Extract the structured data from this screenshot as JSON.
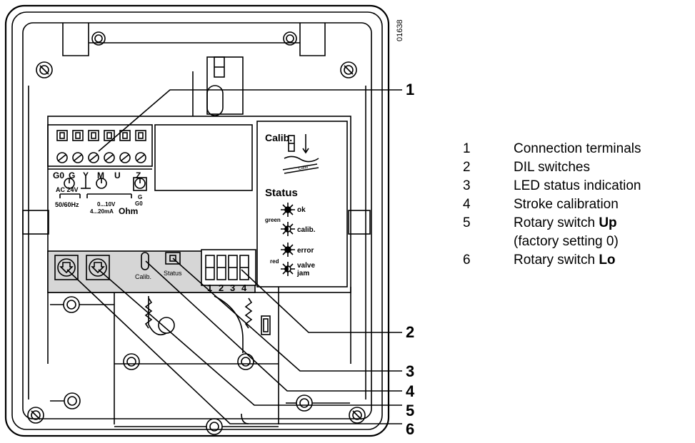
{
  "drawing_code": "01638",
  "callouts": [
    "1",
    "2",
    "3",
    "4",
    "5",
    "6"
  ],
  "terminal_block": {
    "labels": [
      "G0",
      "G",
      "Y",
      "M",
      "U",
      "Z"
    ],
    "supply": "AC 24V",
    "frequency": "50/60Hz",
    "signal_range_v": "0...10V",
    "signal_range_ma": "4...20mA",
    "z_sub_g": "G",
    "z_sub_g0": "G0",
    "ohm": "Ohm"
  },
  "panel": {
    "calib_title": "Calib.",
    "calib_small": "Calib",
    "status_title": "Status",
    "color_green": "green",
    "color_red": "red",
    "led_ok": "ok",
    "led_calib": "calib.",
    "led_error": "error",
    "led_valve": "valve",
    "led_jam": "jam"
  },
  "bottom_strip": {
    "calib_label": "Calib.",
    "status_label": "Status",
    "dil_numbers": [
      "1",
      "2",
      "3",
      "4"
    ]
  },
  "legend": [
    {
      "num": "1",
      "text": "Connection terminals"
    },
    {
      "num": "2",
      "text": "DIL switches"
    },
    {
      "num": "3",
      "text": "LED status indication"
    },
    {
      "num": "4",
      "text": "Stroke calibration"
    },
    {
      "num": "5",
      "text": "Rotary switch ",
      "bold": "Up",
      "cont": "(factory setting 0)"
    },
    {
      "num": "6",
      "text": "Rotary switch ",
      "bold": "Lo"
    }
  ]
}
